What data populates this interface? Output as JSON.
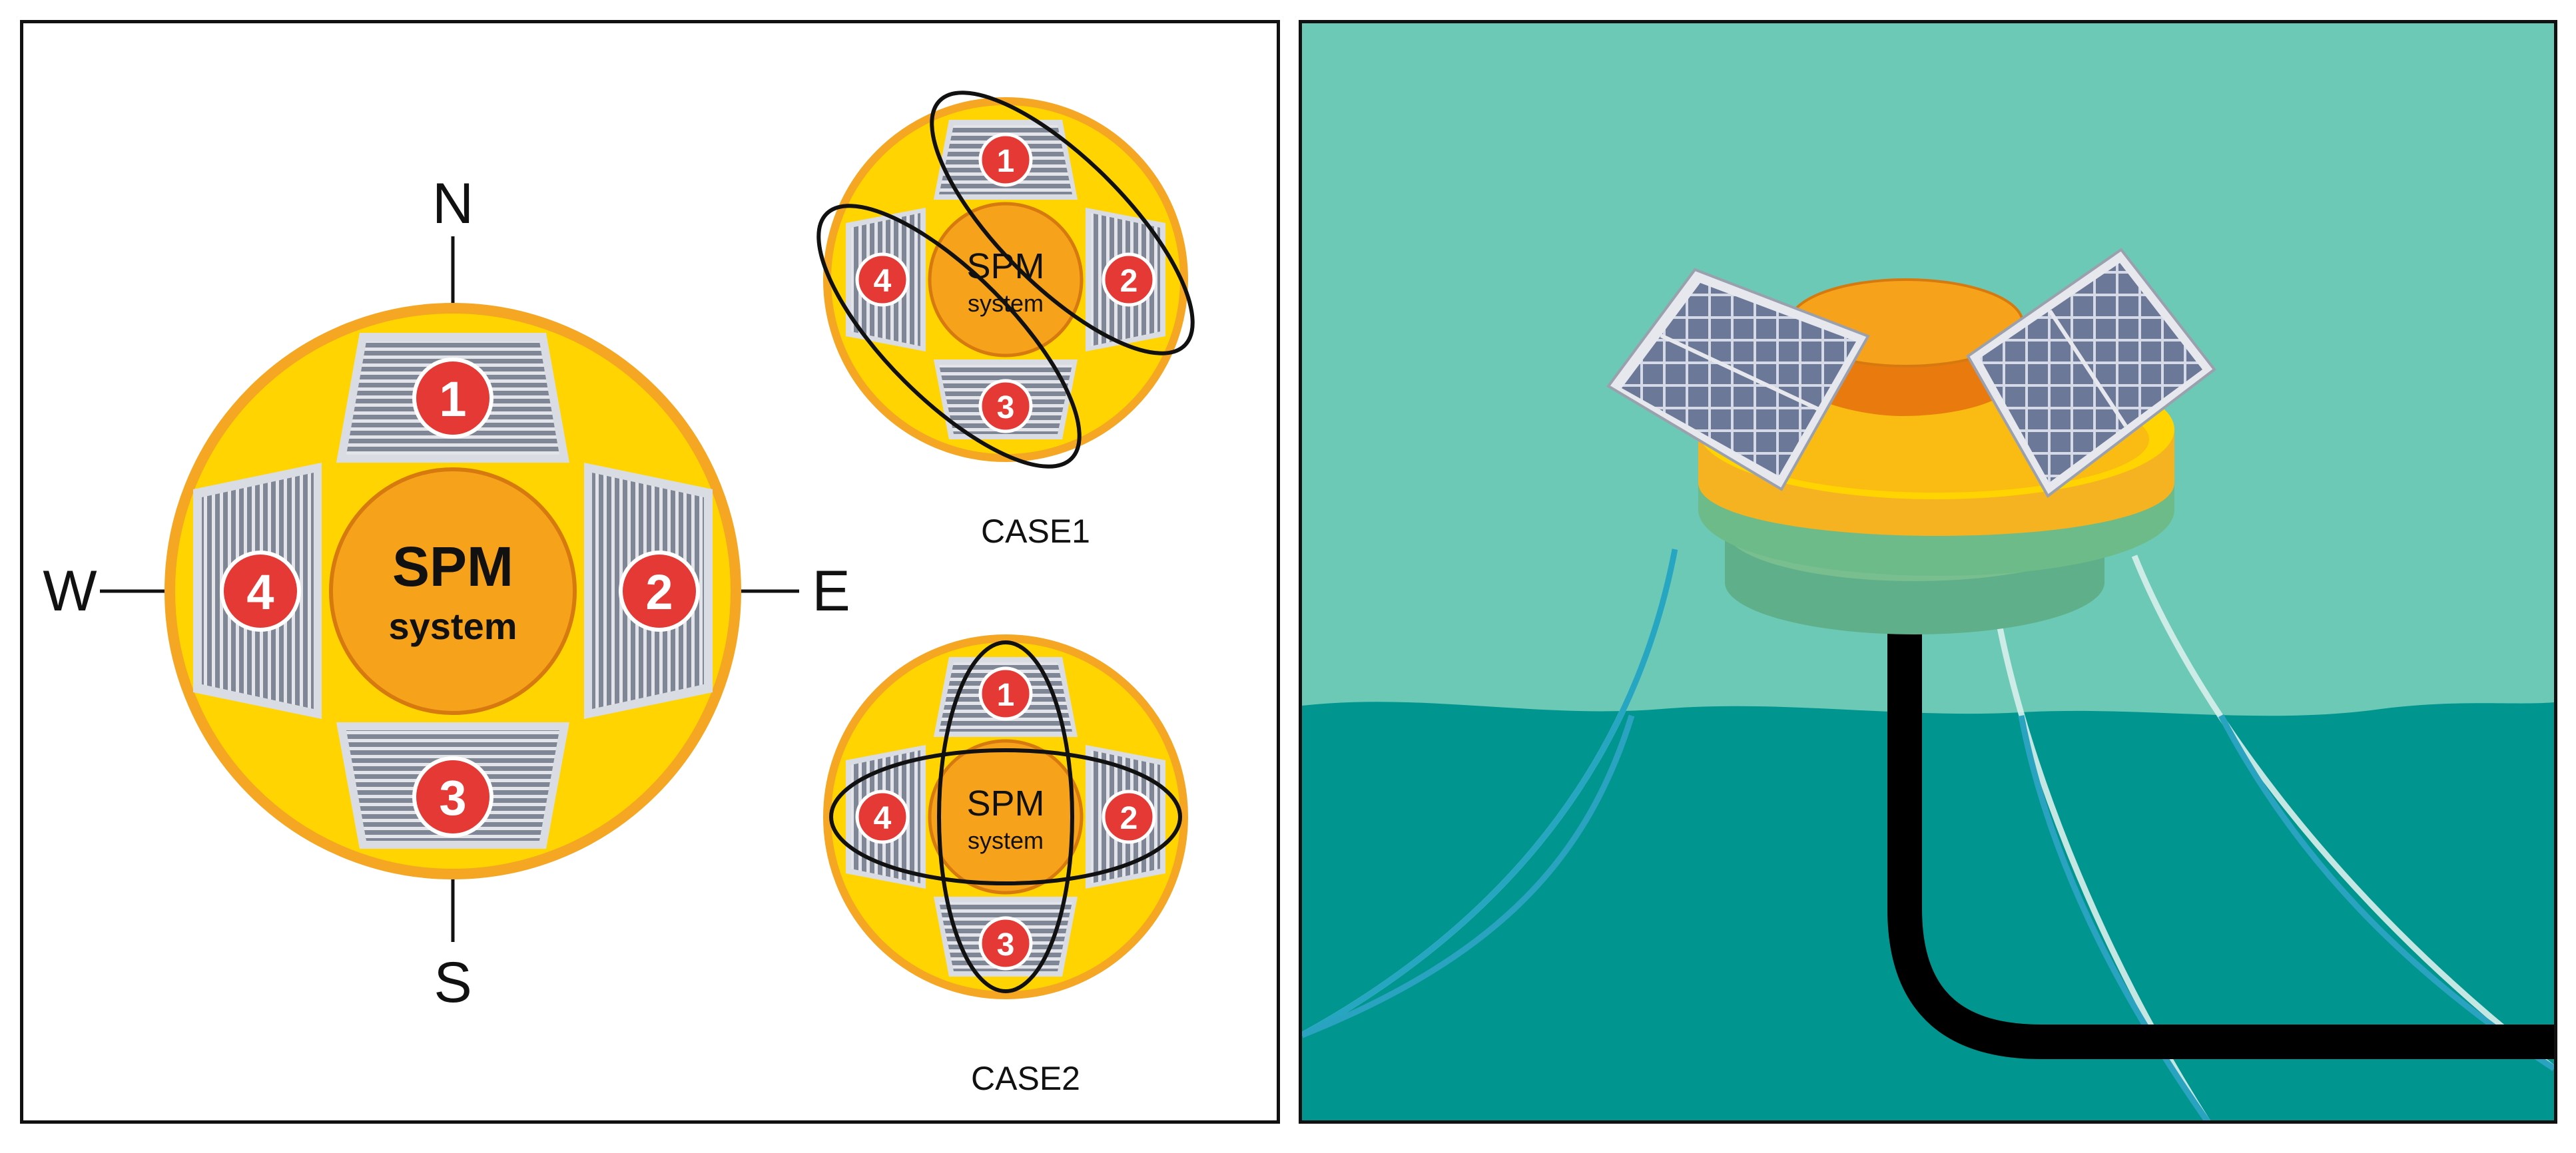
{
  "main_diagram": {
    "compass": {
      "north": "N",
      "south": "S",
      "east": "E",
      "west": "W"
    },
    "center_title": "SPM",
    "center_subtitle": "system",
    "panels": [
      "1",
      "2",
      "3",
      "4"
    ]
  },
  "case1": {
    "label": "CASE1",
    "center_title": "SPM",
    "center_subtitle": "system",
    "panels": [
      "1",
      "2",
      "3",
      "4"
    ]
  },
  "case2": {
    "label": "CASE2",
    "center_title": "SPM",
    "center_subtitle": "system",
    "panels": [
      "1",
      "2",
      "3",
      "4"
    ]
  },
  "colors": {
    "buoy_yellow": "#FFD200",
    "buoy_rim": "#F5A623",
    "spm_orange": "#F7A21B",
    "panel_grey": "#8E95A3",
    "badge_red": "#E53935",
    "sky_teal": "#6CC9B5",
    "sea_teal": "#00968F",
    "cable_black": "#000000"
  }
}
